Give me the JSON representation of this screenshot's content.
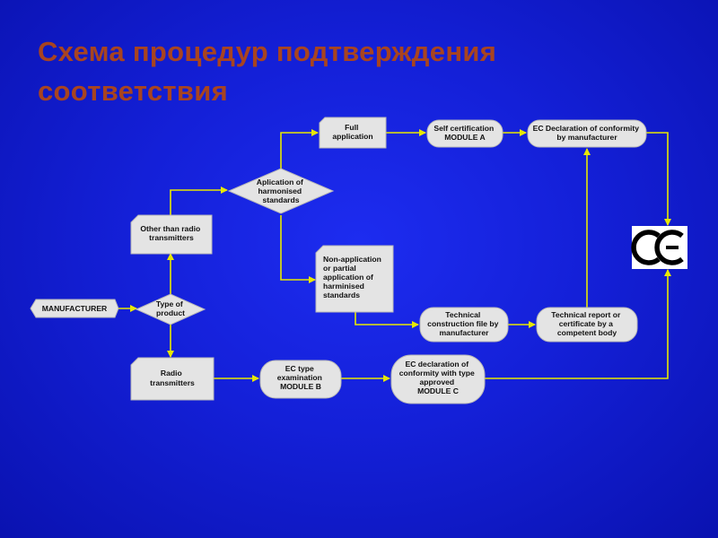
{
  "title": {
    "line1": "Схема процедур подтверждения",
    "line2": "соответствия"
  },
  "nodes": {
    "manufacturer": [
      "MANUFACTURER"
    ],
    "type_of_product": [
      "Type of",
      "product"
    ],
    "other_than_radio": [
      "Other than radio",
      "transmitters"
    ],
    "radio_transmitters": [
      "Radio",
      "transmitters"
    ],
    "application_harmonised": [
      "Aplication of",
      "harmonised",
      "standards"
    ],
    "full_application": [
      "Full",
      "application"
    ],
    "self_certification": [
      "Self certification",
      "MODULE A"
    ],
    "ec_declaration_manufacturer": [
      "EC Declaration of conformity",
      "by manufacturer"
    ],
    "non_application": [
      "Non-application",
      "or partial",
      "application of",
      "harminised",
      "standards"
    ],
    "technical_construction_file": [
      "Technical",
      "construction file by",
      "manufacturer"
    ],
    "technical_report": [
      "Technical report or",
      "certificate by a",
      "competent body"
    ],
    "ec_type_examination": [
      "EC type",
      "examination",
      "MODULE B"
    ],
    "ec_declaration_type": [
      "EC declaration of",
      "conformity with type",
      "approved",
      "MODULE C"
    ]
  },
  "ce_mark": "CE",
  "colors": {
    "background": "#1420d8",
    "title": "#a84420",
    "arrows": "#e8e800",
    "node_fill": "#e4e4e4"
  }
}
